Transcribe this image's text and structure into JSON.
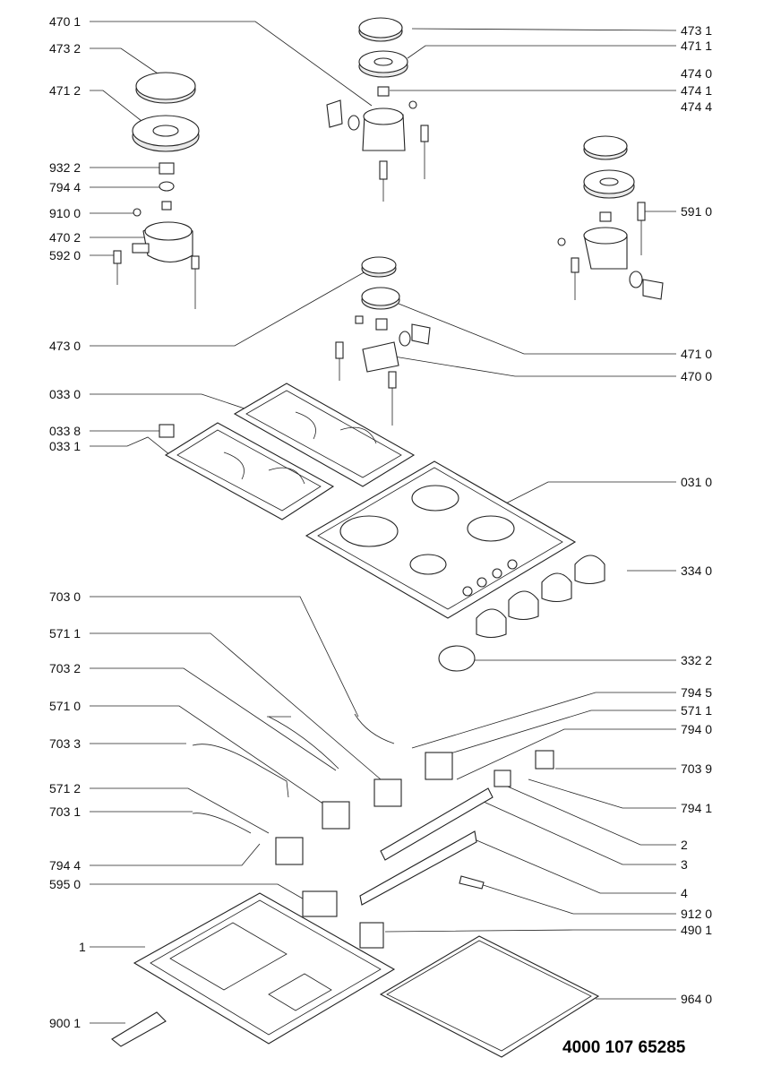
{
  "document_code": "4000 107 65285",
  "callouts_left": [
    "470 1",
    "473 2",
    "471 2",
    "932 2",
    "794 4",
    "910 0",
    "470 2",
    "592 0",
    "473 0",
    "033 0",
    "033 8",
    "033 1",
    "703 0",
    "571 1",
    "703 2",
    "571 0",
    "703 3",
    "571 2",
    "703 1",
    "794 4",
    "595 0",
    "1",
    "900 1"
  ],
  "callouts_right": [
    "473 1",
    "471 1",
    "474 0",
    "474 1",
    "474 4",
    "591 0",
    "471 0",
    "470 0",
    "031 0",
    "334 0",
    "332 2",
    "794 5",
    "571 1",
    "794 0",
    "703 9",
    "794 1",
    "2",
    "3",
    "4",
    "912 0",
    "490 1",
    "964 0"
  ]
}
